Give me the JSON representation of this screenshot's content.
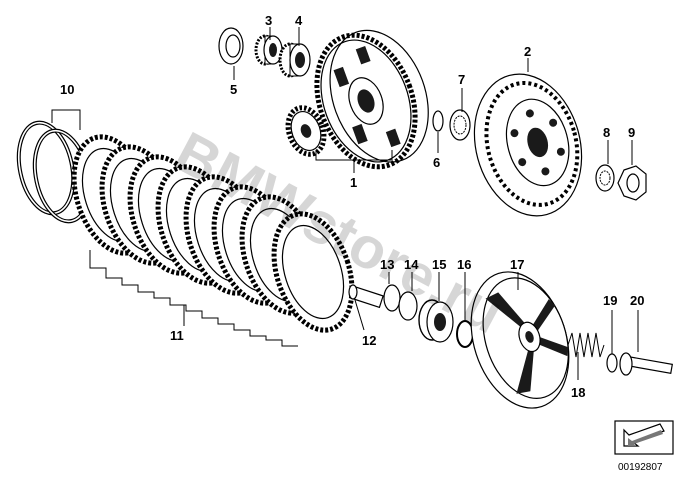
{
  "diagram": {
    "callouts": [
      "1",
      "2",
      "3",
      "4",
      "5",
      "6",
      "7",
      "8",
      "9",
      "10",
      "11",
      "12",
      "13",
      "14",
      "15",
      "16",
      "17",
      "18",
      "19",
      "20"
    ],
    "watermark": "BMWstore.ru",
    "reference_number": "00192807"
  }
}
